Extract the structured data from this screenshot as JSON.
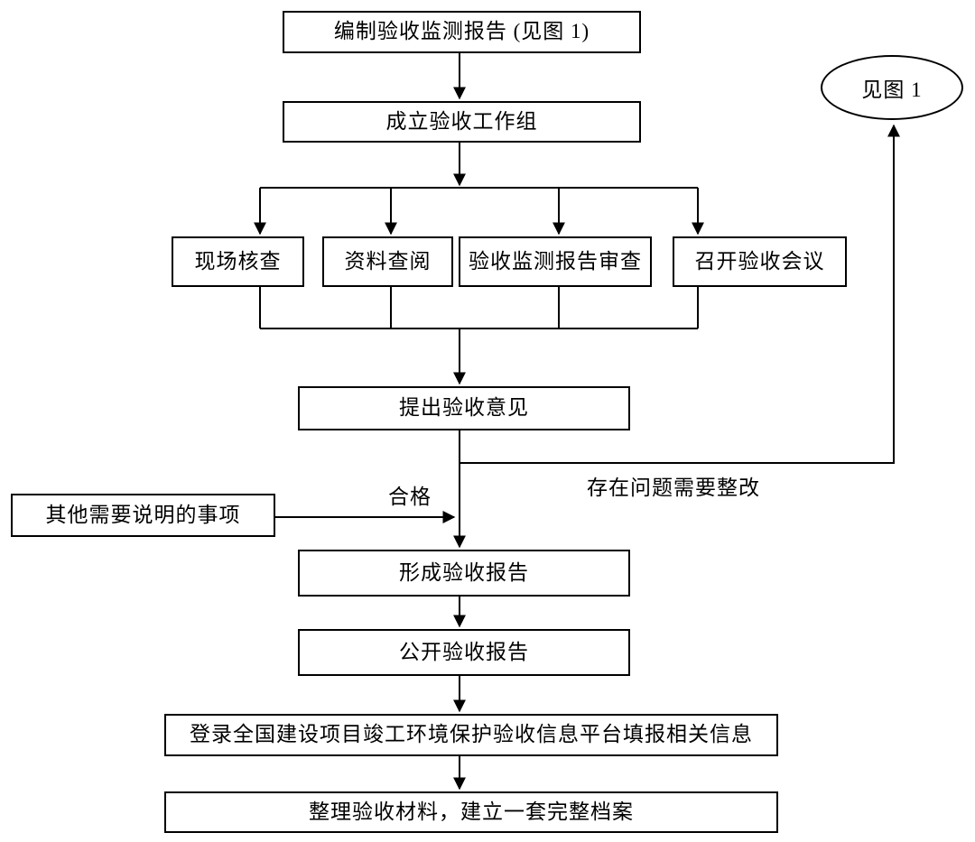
{
  "flowchart": {
    "nodes": {
      "compile_report": "编制验收监测报告 (见图 1)",
      "form_group": "成立验收工作组",
      "site_check": "现场核查",
      "data_review": "资料查阅",
      "report_review": "验收监测报告审查",
      "meeting": "召开验收会议",
      "opinion": "提出验收意见",
      "other_matters": "其他需要说明的事项",
      "form_report": "形成验收报告",
      "publish_report": "公开验收报告",
      "platform": "登录全国建设项目竣工环境保护验收信息平台填报相关信息",
      "archive": "整理验收材料，建立一套完整档案",
      "see_figure": "见图 1"
    },
    "edge_labels": {
      "pass": "合格",
      "rectify": "存在问题需要整改"
    },
    "colors": {
      "line": "#000000",
      "background": "#ffffff",
      "text": "#000000"
    }
  }
}
